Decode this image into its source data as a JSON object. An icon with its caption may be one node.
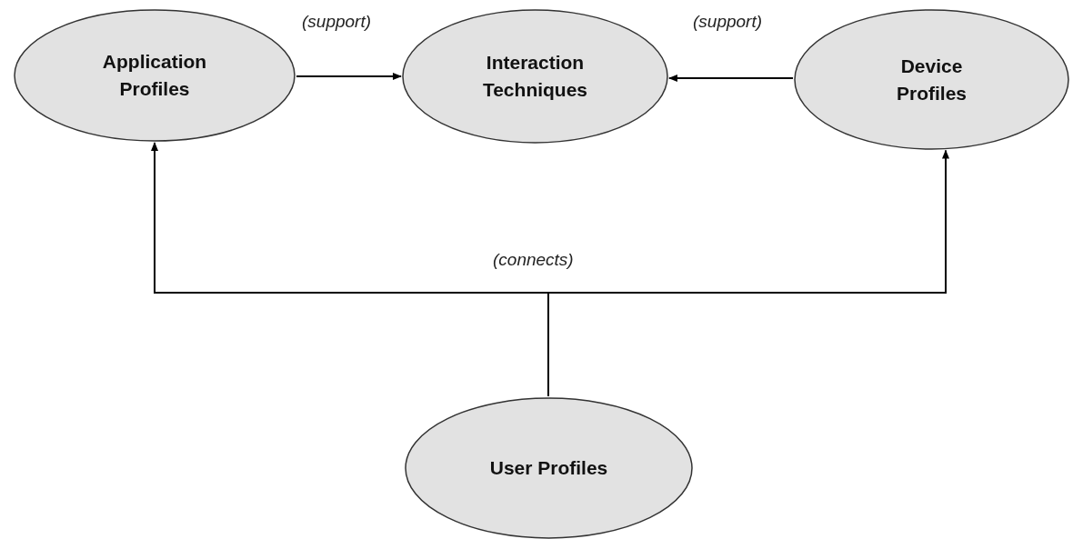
{
  "diagram": {
    "nodes": [
      {
        "text": [
          "Application Profiles"
        ]
      },
      {
        "text": [
          "Interaction Techniques"
        ]
      },
      {
        "text": [
          "Device Profiles"
        ]
      },
      {
        "text": [
          "User Profiles"
        ]
      }
    ],
    "edges": [
      {
        "from": 0,
        "to": 1,
        "arrow": "to",
        "label": "(support)"
      },
      {
        "from": 2,
        "to": 1,
        "arrow": "to",
        "label": "(support)"
      },
      {
        "from": 3,
        "to": 0,
        "arrow": "to",
        "label": "(connects)"
      },
      {
        "from": 3,
        "to": 2,
        "arrow": "to"
      }
    ]
  }
}
